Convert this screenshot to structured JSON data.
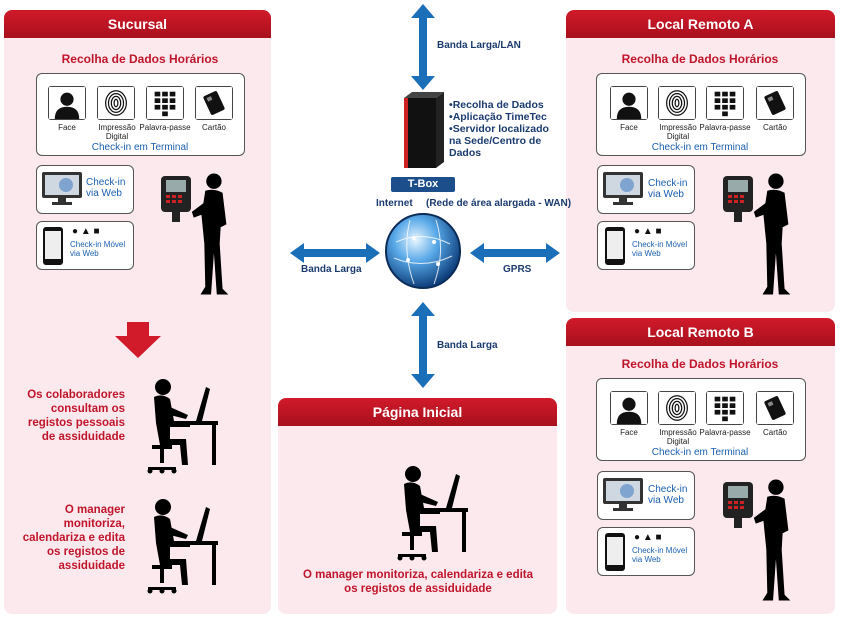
{
  "sucursal": {
    "title": "Sucursal",
    "subtitle": "Recolha de Dados Horários",
    "tiles": [
      "Face",
      "Impressão Digital",
      "Palavra-passe",
      "Cartão"
    ],
    "checkin_terminal": "Check-in em Terminal",
    "checkin_web": "Check-in via Web",
    "checkin_mobile": "Check-in Móvel via Web",
    "employees_text": "Os colaboradores consultam os registos pessoais de assiduidade",
    "manager_text": "O manager monitoriza, calendariza e edita os registos de assiduidade"
  },
  "remote_a": {
    "title": "Local Remoto A",
    "subtitle": "Recolha de Dados Horários",
    "tiles": [
      "Face",
      "Impressão Digital",
      "Palavra-passe",
      "Cartão"
    ],
    "checkin_terminal": "Check-in em Terminal",
    "checkin_web": "Check-in via Web",
    "checkin_mobile": "Check-in Móvel via Web"
  },
  "remote_b": {
    "title": "Local Remoto B",
    "subtitle": "Recolha de Dados Horários",
    "tiles": [
      "Face",
      "Impressão Digital",
      "Palavra-passe",
      "Cartão"
    ],
    "checkin_terminal": "Check-in em Terminal",
    "checkin_web": "Check-in via Web",
    "checkin_mobile": "Check-in Móvel via Web"
  },
  "homepage": {
    "title": "Página Inicial",
    "text": "O manager monitoriza, calendariza e edita os registos de assiduidade"
  },
  "center": {
    "banda_larga_lan": "Banda Larga/LAN",
    "server_bullets": [
      "Recolha de Dados",
      "Aplicação TimeTec",
      "Servidor localizado na Sede/Centro de Dados"
    ],
    "tbox": "T-Box",
    "internet": "Internet",
    "wan": "(Rede de área alargada - WAN)",
    "banda_larga_left": "Banda Larga",
    "gprs": "GPRS",
    "banda_larga_bottom": "Banda Larga"
  },
  "colors": {
    "header_red": "#c0152a",
    "panel_pink": "#fbe9ee",
    "arrow_blue": "#1b6fb8",
    "text_blue": "#1b5fb0"
  }
}
